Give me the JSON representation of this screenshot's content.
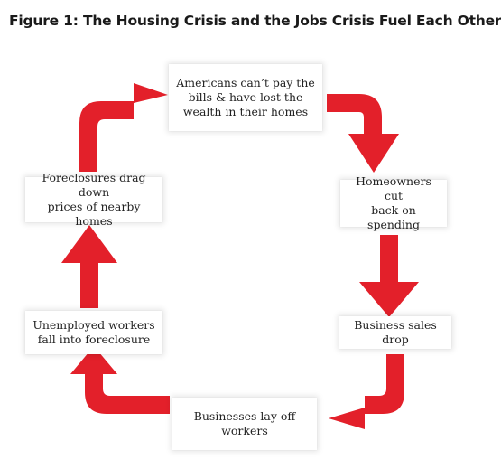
{
  "title": "Figure 1: The Housing Crisis and the Jobs Crisis Fuel Each Other",
  "accent_color": "#e3202a",
  "nodes": [
    {
      "id": "americans",
      "lines": [
        "Americans can’t pay the",
        "bills & have lost the",
        "wealth in their homes"
      ]
    },
    {
      "id": "homeowners",
      "lines": [
        "Homeowners cut",
        "back on spending"
      ]
    },
    {
      "id": "sales",
      "lines": [
        "Business sales drop"
      ]
    },
    {
      "id": "layoffs",
      "lines": [
        "Businesses lay off",
        "workers"
      ]
    },
    {
      "id": "unemployed",
      "lines": [
        "Unemployed workers",
        "fall into foreclosure"
      ]
    },
    {
      "id": "foreclosures",
      "lines": [
        "Foreclosures drag down",
        "prices of nearby homes"
      ]
    }
  ],
  "arrows": [
    {
      "from": "americans",
      "to": "homeowners"
    },
    {
      "from": "homeowners",
      "to": "sales"
    },
    {
      "from": "sales",
      "to": "layoffs"
    },
    {
      "from": "layoffs",
      "to": "unemployed"
    },
    {
      "from": "unemployed",
      "to": "foreclosures"
    },
    {
      "from": "foreclosures",
      "to": "americans"
    }
  ]
}
